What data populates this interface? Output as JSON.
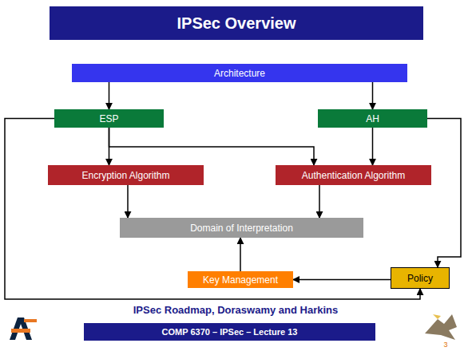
{
  "diagram": {
    "title": "IPSec Overview",
    "caption": "IPSec Roadmap, Doraswamy and Harkins",
    "nodes": [
      {
        "text": [
          "Architecture"
        ]
      },
      {
        "text": [
          "ESP"
        ]
      },
      {
        "text": [
          "AH"
        ]
      },
      {
        "text": [
          "Encryption Algorithm"
        ]
      },
      {
        "text": [
          "Authentication Algorithm"
        ]
      },
      {
        "text": [
          "Domain of Interpretation"
        ]
      },
      {
        "text": [
          "Key Management"
        ]
      },
      {
        "text": [
          "Policy"
        ]
      },
      {
        "text": [
          "COMP 6370 – IPSec – Lecture 13"
        ]
      }
    ],
    "edges": [
      {
        "from": 0,
        "to": 1,
        "arrow": "to"
      },
      {
        "from": 0,
        "to": 2,
        "arrow": "to"
      },
      {
        "from": 1,
        "to": 3,
        "arrow": "to"
      },
      {
        "from": 1,
        "to": 4,
        "arrow": "to"
      },
      {
        "from": 2,
        "to": 4,
        "arrow": "to"
      },
      {
        "from": 3,
        "to": 5,
        "arrow": "to"
      },
      {
        "from": 4,
        "to": 5,
        "arrow": "to"
      },
      {
        "from": 6,
        "to": 5,
        "arrow": "to"
      },
      {
        "from": 7,
        "to": 6,
        "arrow": "to"
      },
      {
        "from": 1,
        "to": 7,
        "arrow": "to"
      },
      {
        "from": 2,
        "to": 7,
        "arrow": "to"
      }
    ],
    "labels": [
      "3"
    ]
  }
}
